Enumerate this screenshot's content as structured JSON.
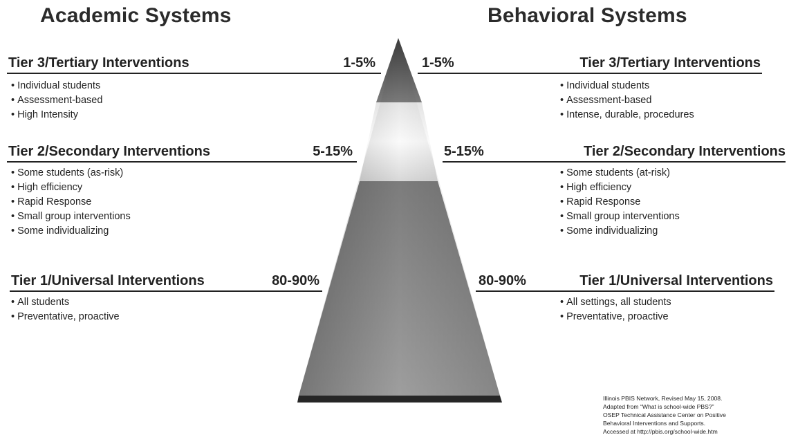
{
  "academic": {
    "title": "Academic Systems",
    "tiers": [
      {
        "name": "Tier 3/Tertiary Interventions",
        "percent": "1-5%",
        "bullets": [
          "Individual students",
          "Assessment-based",
          "High Intensity"
        ]
      },
      {
        "name": "Tier 2/Secondary Interventions",
        "percent": "5-15%",
        "bullets": [
          "Some students (as-risk)",
          "High efficiency",
          "Rapid Response",
          "Small group interventions",
          "Some individualizing"
        ]
      },
      {
        "name": "Tier 1/Universal Interventions",
        "percent": "80-90%",
        "bullets": [
          "All students",
          "Preventative, proactive"
        ]
      }
    ]
  },
  "behavioral": {
    "title": "Behavioral Systems",
    "tiers": [
      {
        "name": "Tier 3/Tertiary Interventions",
        "percent": "1-5%",
        "bullets": [
          "Individual students",
          "Assessment-based",
          "Intense, durable, procedures"
        ]
      },
      {
        "name": "Tier 2/Secondary Interventions",
        "percent": "5-15%",
        "bullets": [
          "Some students (at-risk)",
          "High efficiency",
          "Rapid Response",
          "Small group interventions",
          "Some individualizing"
        ]
      },
      {
        "name": "Tier 1/Universal Interventions",
        "percent": "80-90%",
        "bullets": [
          "All settings, all students",
          "Preventative, proactive"
        ]
      }
    ]
  },
  "citation": [
    "Illinois PBIS Network, Revised May 15, 2008.",
    "Adapted from “What is school-wide PBS?”",
    "OSEP Technical Assistance Center on Positive",
    "Behavioral Interventions and Supports.",
    "Accessed at http://pbis.org/school-wide.htm"
  ],
  "colors": {
    "tier3": "#6e6e6e",
    "tier2": "#ececec",
    "tier1": "#8c8c8c",
    "base": "#2a2a2a"
  }
}
